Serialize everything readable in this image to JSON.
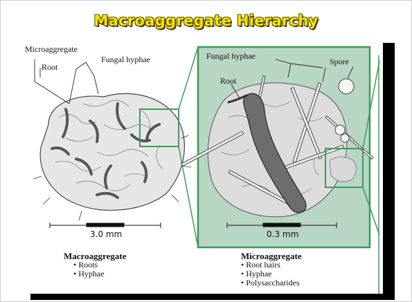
{
  "title": "Macroaggregate Hierarchy",
  "left_panel": {
    "labels": {
      "microaggregate": "Microaggregate",
      "root": "Root",
      "fungal_hyphae": "Fungal hyphae"
    },
    "scale": "3.0 mm",
    "caption": {
      "heading": "Macroaggregate",
      "items": [
        "Roots",
        "Hyphae"
      ]
    }
  },
  "middle_panel": {
    "labels": {
      "fungal_hyphae": "Fungal hyphae",
      "spore": "Spore",
      "root": "Root"
    },
    "scale": "0.3 mm",
    "caption": {
      "heading": "Microaggregate",
      "items": [
        "Root hairs",
        "Hyphae",
        "Polysaccharides"
      ]
    }
  },
  "colors": {
    "title": "#f5e600",
    "panel_fill": "#b7d6c4",
    "frame": "#3c9a57",
    "shadow": "#000000"
  }
}
